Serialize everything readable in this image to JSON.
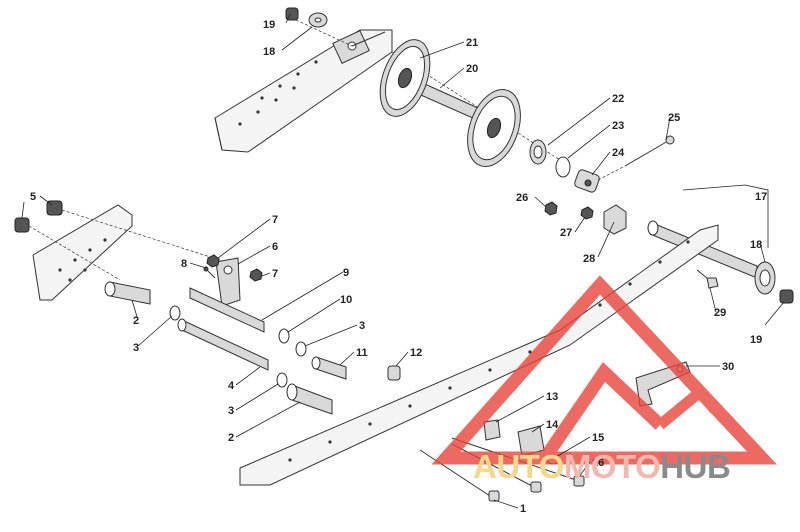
{
  "diagram": {
    "labels": {
      "p1": "1",
      "p2a": "2",
      "p2b": "2",
      "p3a": "3",
      "p3b": "3",
      "p3c": "3",
      "p4": "4",
      "p5": "5",
      "p6": "6",
      "p7a": "7",
      "p7b": "7",
      "p8": "8",
      "p9": "9",
      "p10": "10",
      "p11": "11",
      "p12": "12",
      "p13": "13",
      "p14": "14",
      "p15": "15",
      "p16": "16",
      "p17": "17",
      "p18a": "18",
      "p18b": "18",
      "p19a": "19",
      "p19b": "19",
      "p20": "20",
      "p21": "21",
      "p22": "22",
      "p23": "23",
      "p24": "24",
      "p25": "25",
      "p26": "26",
      "p27": "27",
      "p28": "28",
      "p29": "29",
      "p30": "30"
    },
    "colors": {
      "line": "#333333",
      "part_fill": "#d9d9d9",
      "rail_fill": "#f4f4f4",
      "watermark_red": "#e8453c"
    }
  },
  "watermark": {
    "part1": "AUTO",
    "part2": "MOTO",
    "part3": "HUB",
    "colors": {
      "auto": "#f3d88a",
      "moto": "#f0b8ae",
      "hub": "#8a8a8a"
    }
  }
}
